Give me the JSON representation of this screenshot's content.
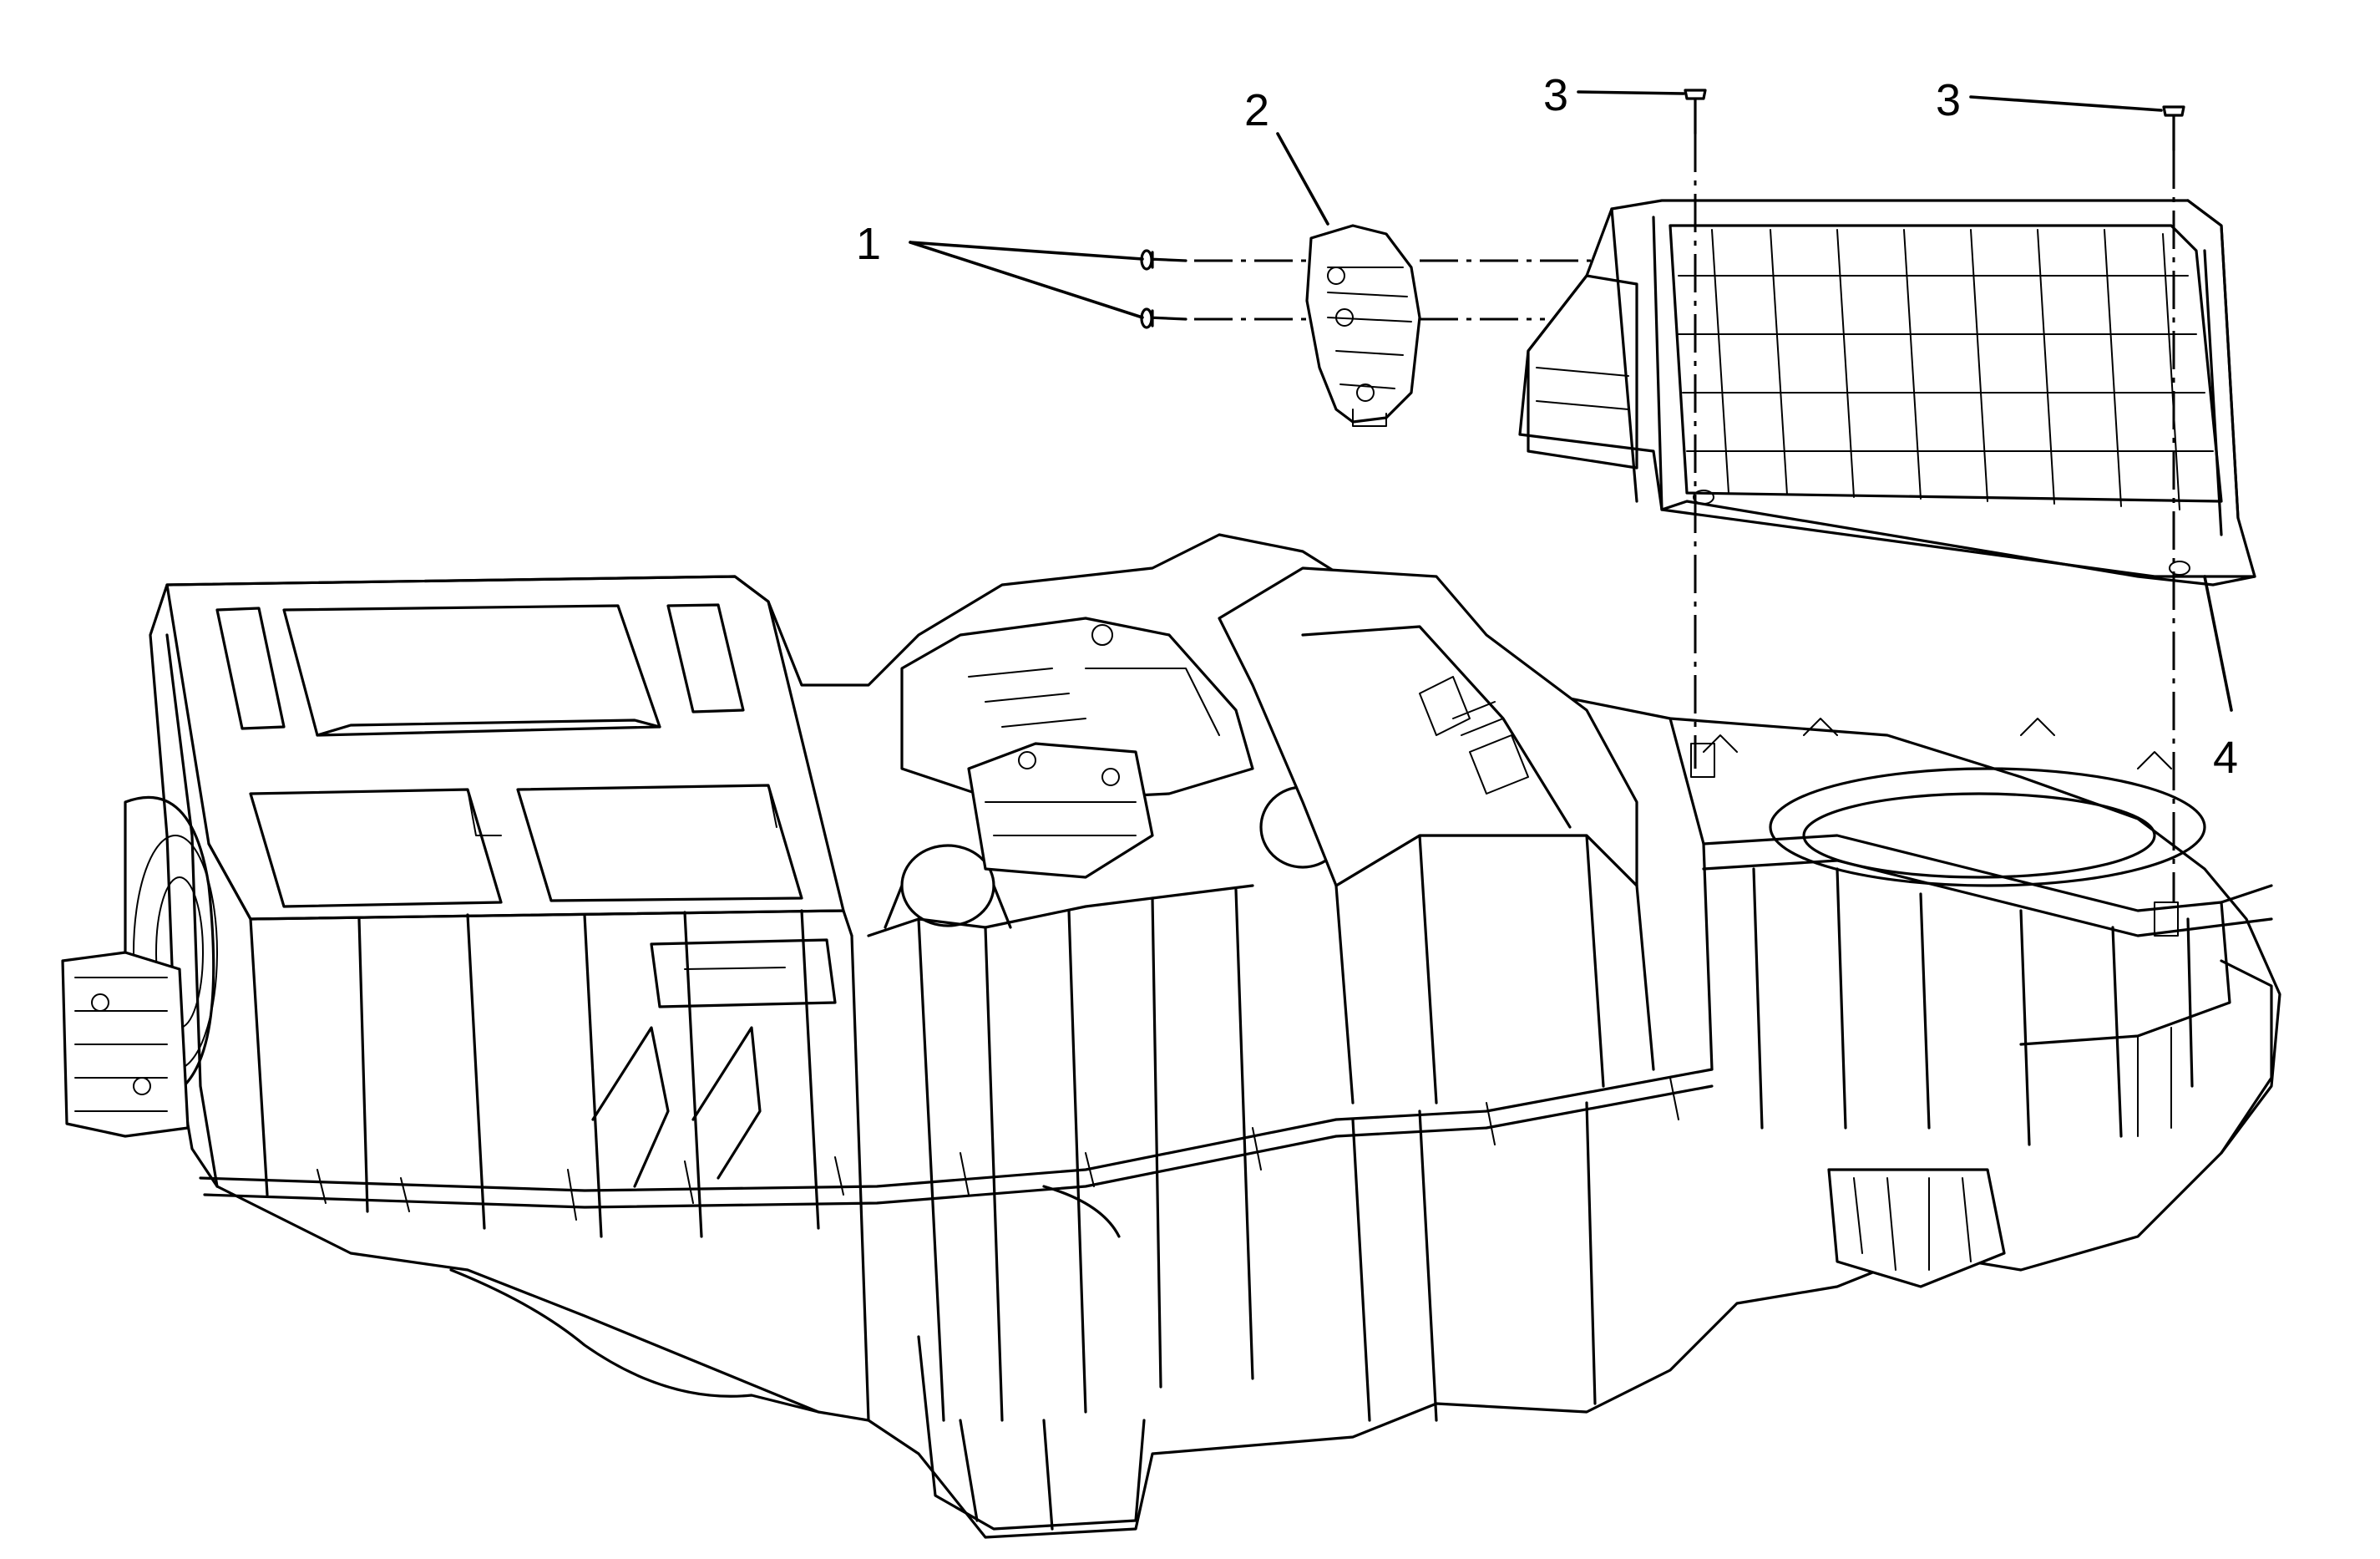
{
  "callouts": [
    {
      "id": "1",
      "label": "1"
    },
    {
      "id": "2",
      "label": "2"
    },
    {
      "id": "3a",
      "label": "3"
    },
    {
      "id": "3b",
      "label": "3"
    },
    {
      "id": "4",
      "label": "4"
    }
  ],
  "colors": {
    "line": "#000000",
    "background": "#ffffff"
  }
}
